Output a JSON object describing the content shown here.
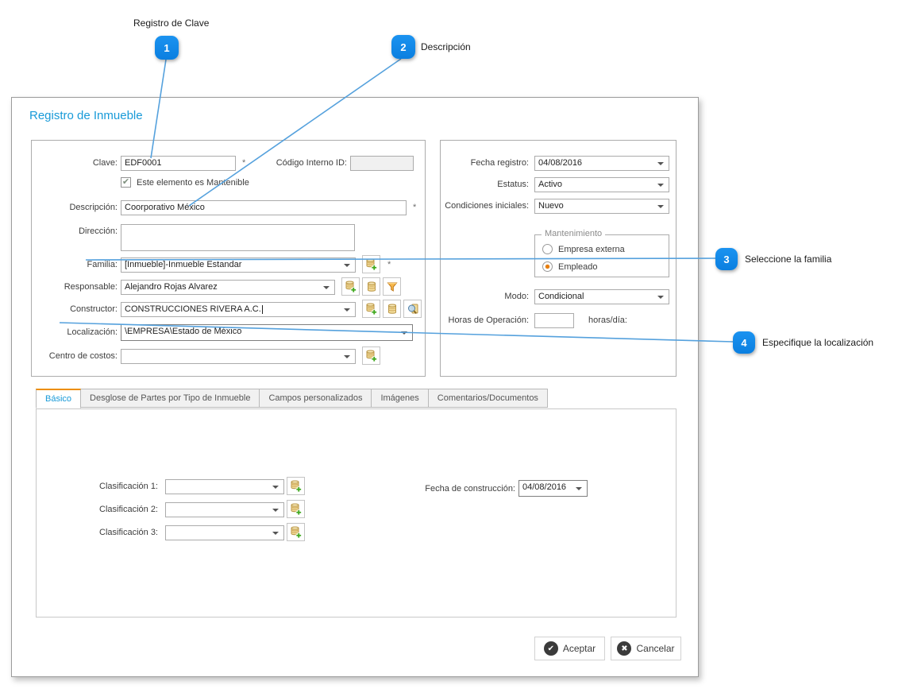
{
  "annotations": {
    "items": [
      {
        "num": "1",
        "label": "Registro de Clave"
      },
      {
        "num": "2",
        "label": "Descripción"
      },
      {
        "num": "3",
        "label": "Seleccione la familia"
      },
      {
        "num": "4",
        "label": "Especifique la localización"
      }
    ],
    "line_color": "#55a1dd",
    "badge_color": "#0e86e9"
  },
  "dialog": {
    "title": "Registro de Inmueble",
    "required_marker": "*"
  },
  "fields": {
    "clave": {
      "label": "Clave:",
      "value": "EDF0001"
    },
    "codigo_interno": {
      "label": "Código Interno ID:",
      "value": ""
    },
    "mantenible": {
      "label": "Este elemento es Mantenible",
      "checked": true,
      "check_glyph": "✔"
    },
    "descripcion": {
      "label": "Descripción:",
      "value": "Coorporativo México"
    },
    "direccion": {
      "label": "Dirección:",
      "value": ""
    },
    "familia": {
      "label": "Familia:",
      "value": "[Inmueble]-Inmueble Estandar"
    },
    "responsable": {
      "label": "Responsable:",
      "value": "Alejandro Rojas Alvarez"
    },
    "constructor": {
      "label": "Constructor:",
      "value": "CONSTRUCCIONES RIVERA A.C."
    },
    "localizacion": {
      "label": "Localización:",
      "value": "\\EMPRESA\\Estado de México"
    },
    "centro_costos": {
      "label": "Centro de costos:",
      "value": ""
    },
    "fecha_registro": {
      "label": "Fecha registro:",
      "value": "04/08/2016"
    },
    "estatus": {
      "label": "Estatus:",
      "value": "Activo"
    },
    "condiciones": {
      "label": "Condiciones iniciales:",
      "value": "Nuevo"
    },
    "mantenimiento": {
      "legend": "Mantenimiento",
      "radio_externa": "Empresa externa",
      "radio_empleado": "Empleado",
      "selected": "Empleado"
    },
    "modo": {
      "label": "Modo:",
      "value": "Condicional"
    },
    "horas": {
      "label": "Horas de Operación:",
      "value": "",
      "suffix": "horas/día:"
    },
    "clasificacion1": {
      "label": "Clasificación 1:",
      "value": ""
    },
    "clasificacion2": {
      "label": "Clasificación 2:",
      "value": ""
    },
    "clasificacion3": {
      "label": "Clasificación 3:",
      "value": ""
    },
    "fecha_construccion": {
      "label": "Fecha de construcción:",
      "value": "04/08/2016"
    }
  },
  "tabs": {
    "items": [
      {
        "label": "Básico",
        "active": true
      },
      {
        "label": "Desglose de Partes por Tipo de Inmueble",
        "active": false
      },
      {
        "label": "Campos personalizados",
        "active": false
      },
      {
        "label": "Imágenes",
        "active": false
      },
      {
        "label": "Comentarios/Documentos",
        "active": false
      }
    ]
  },
  "buttons": {
    "aceptar": "Aceptar",
    "cancelar": "Cancelar",
    "check_glyph": "✔",
    "cross_glyph": "✖"
  }
}
